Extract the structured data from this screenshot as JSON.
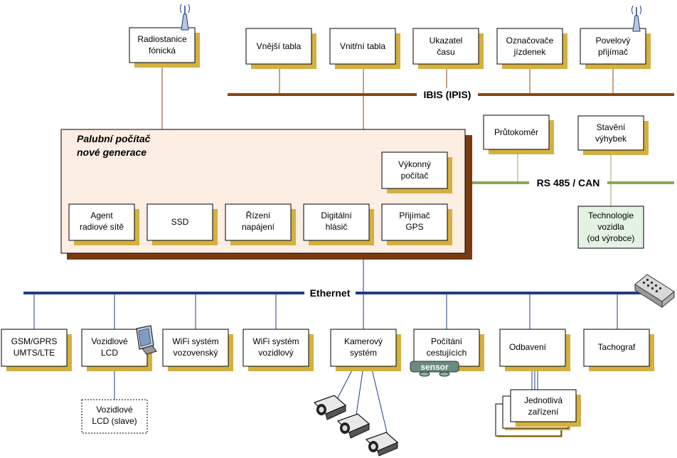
{
  "buses": {
    "ibis": "IBIS (IPIS)",
    "rs485": "RS 485 / CAN",
    "ethernet": "Ethernet"
  },
  "main_unit": {
    "title_line1": "Palubní počítač",
    "title_line2": "nové generace"
  },
  "top_devices": [
    {
      "line1": "Radiostanice",
      "line2": "fónická"
    },
    {
      "line1": "Vnější tabla",
      "line2": ""
    },
    {
      "line1": "Vnitřní tabla",
      "line2": ""
    },
    {
      "line1": "Ukazatel",
      "line2": "času"
    },
    {
      "line1": "Označovače",
      "line2": "jízdenek"
    },
    {
      "line1": "Povelový",
      "line2": "přijímač"
    }
  ],
  "inner_modules": [
    {
      "line1": "Výkonný",
      "line2": "počítač"
    },
    {
      "line1": "Agent",
      "line2": "radiové sítě"
    },
    {
      "line1": "SSD",
      "line2": ""
    },
    {
      "line1": "Řízení",
      "line2": "napájení"
    },
    {
      "line1": "Digitální",
      "line2": "hlásič"
    },
    {
      "line1": "Přijímač",
      "line2": "GPS"
    }
  ],
  "rs_devices": [
    {
      "line1": "Průtokoměr",
      "line2": ""
    },
    {
      "line1": "Stavění",
      "line2": "výhybek"
    }
  ],
  "vehicle_tech": {
    "line1": "Technologie",
    "line2": "vozidla",
    "line3": "(od výrobce)"
  },
  "ethernet_devices": [
    {
      "line1": "GSM/GPRS",
      "line2": "UMTS/LTE"
    },
    {
      "line1": "Vozidlové",
      "line2": "LCD"
    },
    {
      "line1": "WiFi systém",
      "line2": "vozovenský"
    },
    {
      "line1": "WiFi systém",
      "line2": "vozidlový"
    },
    {
      "line1": "Kamerový",
      "line2": "systém"
    },
    {
      "line1": "Počítání",
      "line2": "cestujících"
    },
    {
      "line1": "Odbavení",
      "line2": ""
    },
    {
      "line1": "Tachograf",
      "line2": ""
    }
  ],
  "lcd_slave": {
    "line1": "Vozidlové",
    "line2": "LCD (slave)"
  },
  "sensor_label": "sensor",
  "devices_stack": {
    "line1": "Jednotlivá",
    "line2": "zařízení"
  },
  "colors": {
    "ibis_bus": "#8B4513",
    "rs_bus": "#8aa85a",
    "ethernet_bus": "#1f3c88",
    "box_shadow": "#d4b040",
    "main_fill": "#fdeee4",
    "main_shadow": "#7a3a10",
    "vehicle_fill": "#e4f2e4"
  },
  "icons": [
    "antenna-icon",
    "monitor-icon",
    "camera-icon",
    "switch-icon",
    "sensor-icon"
  ]
}
